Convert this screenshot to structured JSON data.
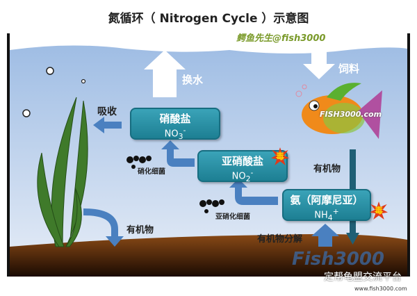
{
  "title": "氮循环（ Nitrogen Cycle ）示意图",
  "credit": "鳄鱼先生@fish3000",
  "labels": {
    "water_change": "换水",
    "feed": "饲料",
    "absorb": "吸收",
    "organic_right": "有机物",
    "organic_left": "有机物",
    "decompose": "有机物分解",
    "nitrifying": "硝化细菌",
    "nitrosifying": "亚硝化细菌",
    "fish_brand": "FISH3000.com"
  },
  "boxes": {
    "nitrate": {
      "name": "硝酸盐",
      "formula": "NO",
      "sub": "3",
      "sup": "-"
    },
    "nitrite": {
      "name": "亚硝酸盐",
      "formula": "NO",
      "sub": "2",
      "sup": "-",
      "toxic": "毒"
    },
    "ammonia": {
      "name": "氨（阿摩尼亚）",
      "formula": "NH",
      "sub": "4",
      "sup": "+",
      "toxic": "毒"
    }
  },
  "watermark": {
    "logo": "Fish3000",
    "text": "定帮龟盟交流平台",
    "url": "www.fish3000.com"
  },
  "colors": {
    "water": "#a9c4e6",
    "box": "#2a93a8",
    "arrow": "#4a80c0",
    "soil": "#6b3a12",
    "toxic": "#e03a1a"
  }
}
